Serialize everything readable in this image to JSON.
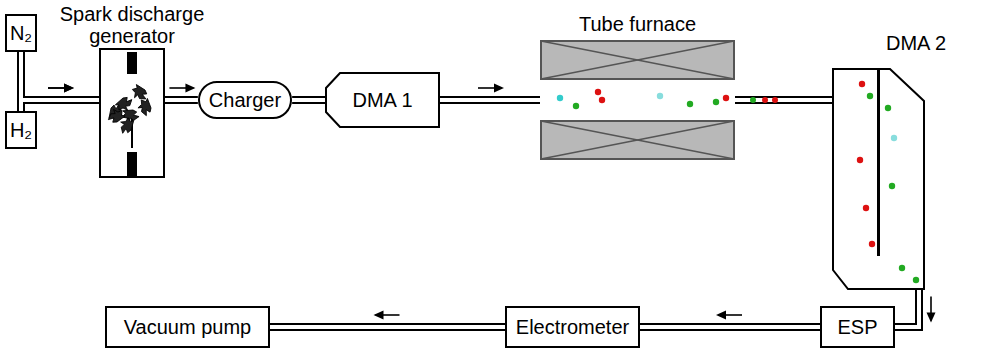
{
  "diagram": {
    "nodes": [
      {
        "text": [
          "N₂"
        ]
      },
      {
        "text": [
          "H₂"
        ]
      },
      {
        "text": [
          "Spark discharge generator"
        ]
      },
      {
        "text": [
          "Charger"
        ]
      },
      {
        "text": [
          "DMA 1"
        ]
      },
      {
        "text": [
          "Tube furnace"
        ]
      },
      {
        "text": [
          "DMA 2"
        ]
      },
      {
        "text": [
          "Vacuum pump"
        ]
      },
      {
        "text": [
          "Electrometer"
        ]
      },
      {
        "text": [
          "ESP"
        ]
      }
    ],
    "edges": [
      {
        "from": 0,
        "to": 2,
        "arrow": "to"
      },
      {
        "from": 1,
        "to": 2,
        "arrow": "to"
      },
      {
        "from": 2,
        "to": 3,
        "arrow": "to"
      },
      {
        "from": 3,
        "to": 4,
        "arrow": "none"
      },
      {
        "from": 4,
        "to": 5,
        "arrow": "to"
      },
      {
        "from": 5,
        "to": 6,
        "arrow": "none"
      },
      {
        "from": 6,
        "to": 9,
        "arrow": "to"
      },
      {
        "from": 9,
        "to": 8,
        "arrow": "to"
      },
      {
        "from": 8,
        "to": 7,
        "arrow": "to"
      }
    ]
  }
}
